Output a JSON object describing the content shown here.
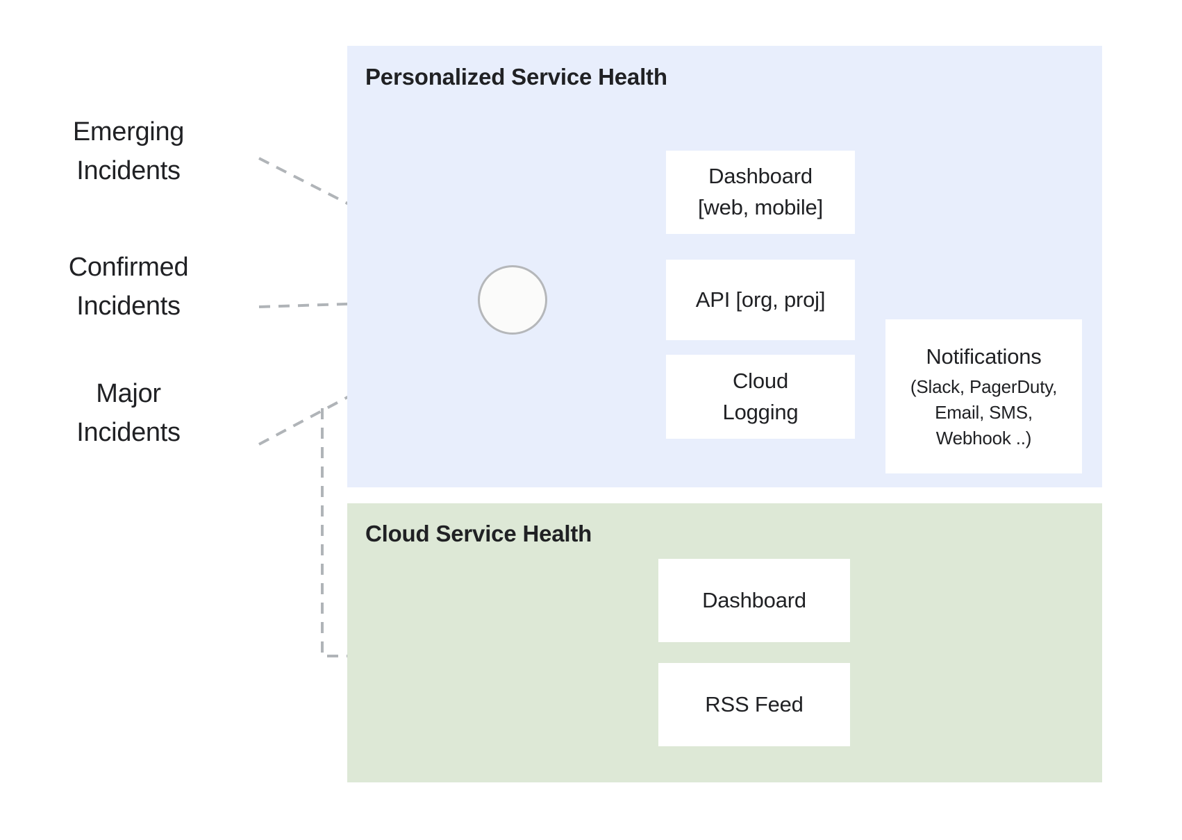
{
  "diagram": {
    "title_hidden": "",
    "panels": [
      {
        "id": "personalized",
        "title": "Personalized Service Health",
        "fill": "#e8eefc"
      },
      {
        "id": "cloud",
        "title": "Cloud Service Health",
        "fill": "#dde8d6"
      }
    ],
    "sources": [
      {
        "id": "emerging",
        "line1": "Emerging",
        "line2": "Incidents"
      },
      {
        "id": "confirmed",
        "line1": "Confirmed",
        "line2": "Incidents"
      },
      {
        "id": "major",
        "line1": "Major",
        "line2": "Incidents"
      }
    ],
    "hub": {
      "name": "service-health-hub",
      "shape": "circle",
      "fill": "#fbfbfa",
      "stroke": "#b5b7ba"
    },
    "personalized_outputs": [
      {
        "id": "dashboard-web",
        "line1": "Dashboard",
        "line2": "[web, mobile]"
      },
      {
        "id": "api",
        "line1": "API [org, proj]",
        "line2": ""
      },
      {
        "id": "cloud-logging",
        "line1": "Cloud",
        "line2": "Logging"
      }
    ],
    "notifications": {
      "heading": "Notifications",
      "line1": "(Slack, PagerDuty,",
      "line2": "Email, SMS,",
      "line3": "Webhook ..)"
    },
    "cloud_outputs": [
      {
        "id": "dashboard-csh",
        "line1": "Dashboard",
        "line2": ""
      },
      {
        "id": "rss-feed",
        "line1": "RSS Feed",
        "line2": ""
      }
    ],
    "colors": {
      "panel_blue": "#e8eefc",
      "panel_green": "#dde8d6",
      "box_white": "#ffffff",
      "text_dark": "#202124",
      "arrow_dark": "#5f6368",
      "arrow_light": "#bdc1c6",
      "dashed_gray": "#b0b4b8"
    }
  }
}
